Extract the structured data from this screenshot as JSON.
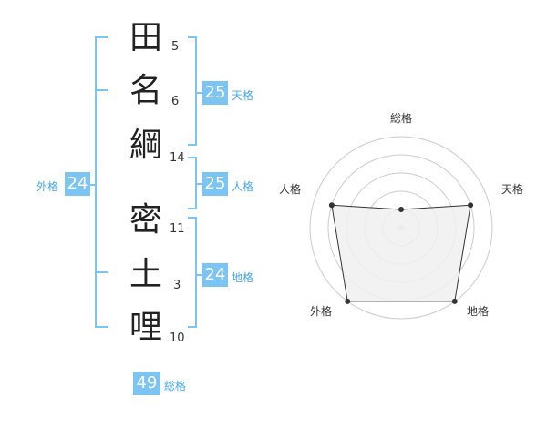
{
  "name": {
    "chars": [
      {
        "char": "田",
        "strokes": "5"
      },
      {
        "char": "名",
        "strokes": "6"
      },
      {
        "char": "綱",
        "strokes": "14"
      },
      {
        "char": "密",
        "strokes": "11"
      },
      {
        "char": "土",
        "strokes": "3"
      },
      {
        "char": "哩",
        "strokes": "10"
      }
    ]
  },
  "fortune": {
    "tenkaku": {
      "label": "天格",
      "value": "25"
    },
    "jinkaku": {
      "label": "人格",
      "value": "25"
    },
    "chikaku": {
      "label": "地格",
      "value": "24"
    },
    "gaikaku": {
      "label": "外格",
      "value": "24"
    },
    "soukaku": {
      "label": "総格",
      "value": "49"
    }
  },
  "chart_data": {
    "type": "radar",
    "axes": [
      "総格",
      "天格",
      "地格",
      "外格",
      "人格"
    ],
    "values": [
      0.2,
      0.8,
      1.0,
      1.0,
      0.8
    ],
    "rings": 5,
    "colors": {
      "fill": "#f0f0f0",
      "stroke": "#333333",
      "grid": "#cccccc"
    }
  },
  "colors": {
    "accent": "#7cc4f2"
  }
}
